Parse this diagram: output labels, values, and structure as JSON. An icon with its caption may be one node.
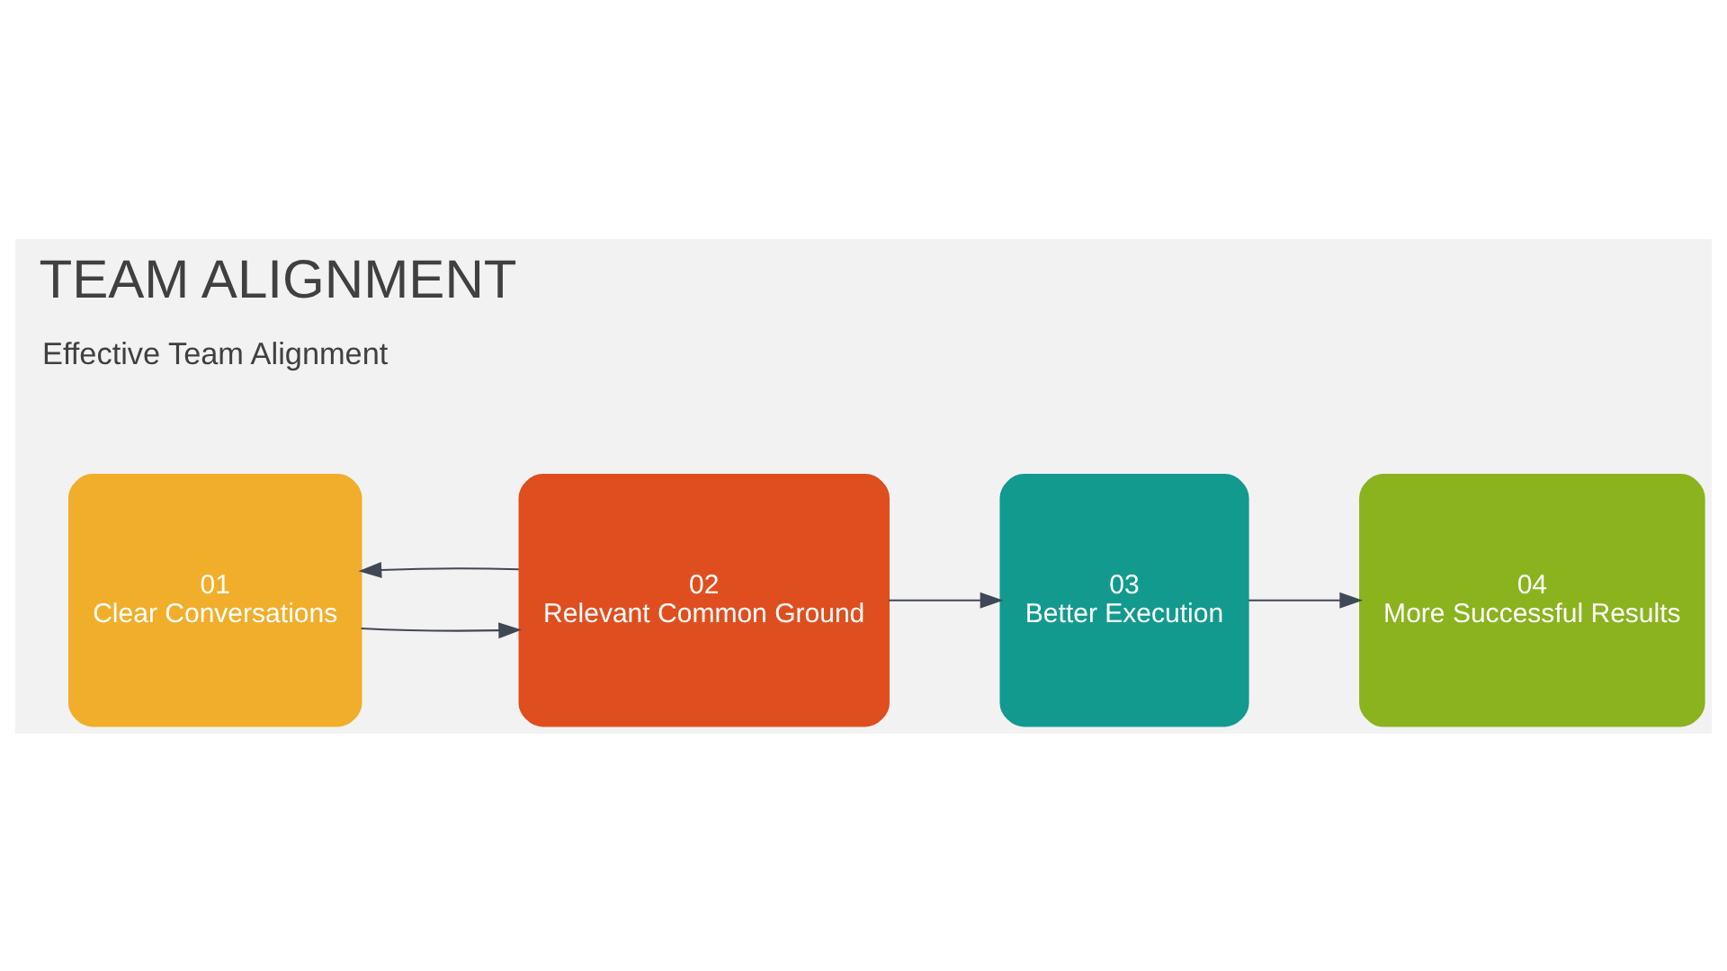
{
  "diagram": {
    "title": "TEAM ALIGNMENT",
    "nodes": [
      {
        "text": [
          "01",
          "Clear Conversations"
        ]
      },
      {
        "text": [
          "02",
          "Relevant Common Ground"
        ]
      },
      {
        "text": [
          "03",
          "Better Execution"
        ]
      },
      {
        "text": [
          "04",
          "More Successful Results"
        ]
      }
    ],
    "edges": [
      {
        "from": 0,
        "to": 1,
        "arrow": "to"
      },
      {
        "from": 1,
        "to": 0,
        "arrow": "to"
      },
      {
        "from": 1,
        "to": 2,
        "arrow": "to"
      },
      {
        "from": 2,
        "to": 3,
        "arrow": "to"
      }
    ],
    "labels": [
      "Effective Team Alignment"
    ]
  }
}
